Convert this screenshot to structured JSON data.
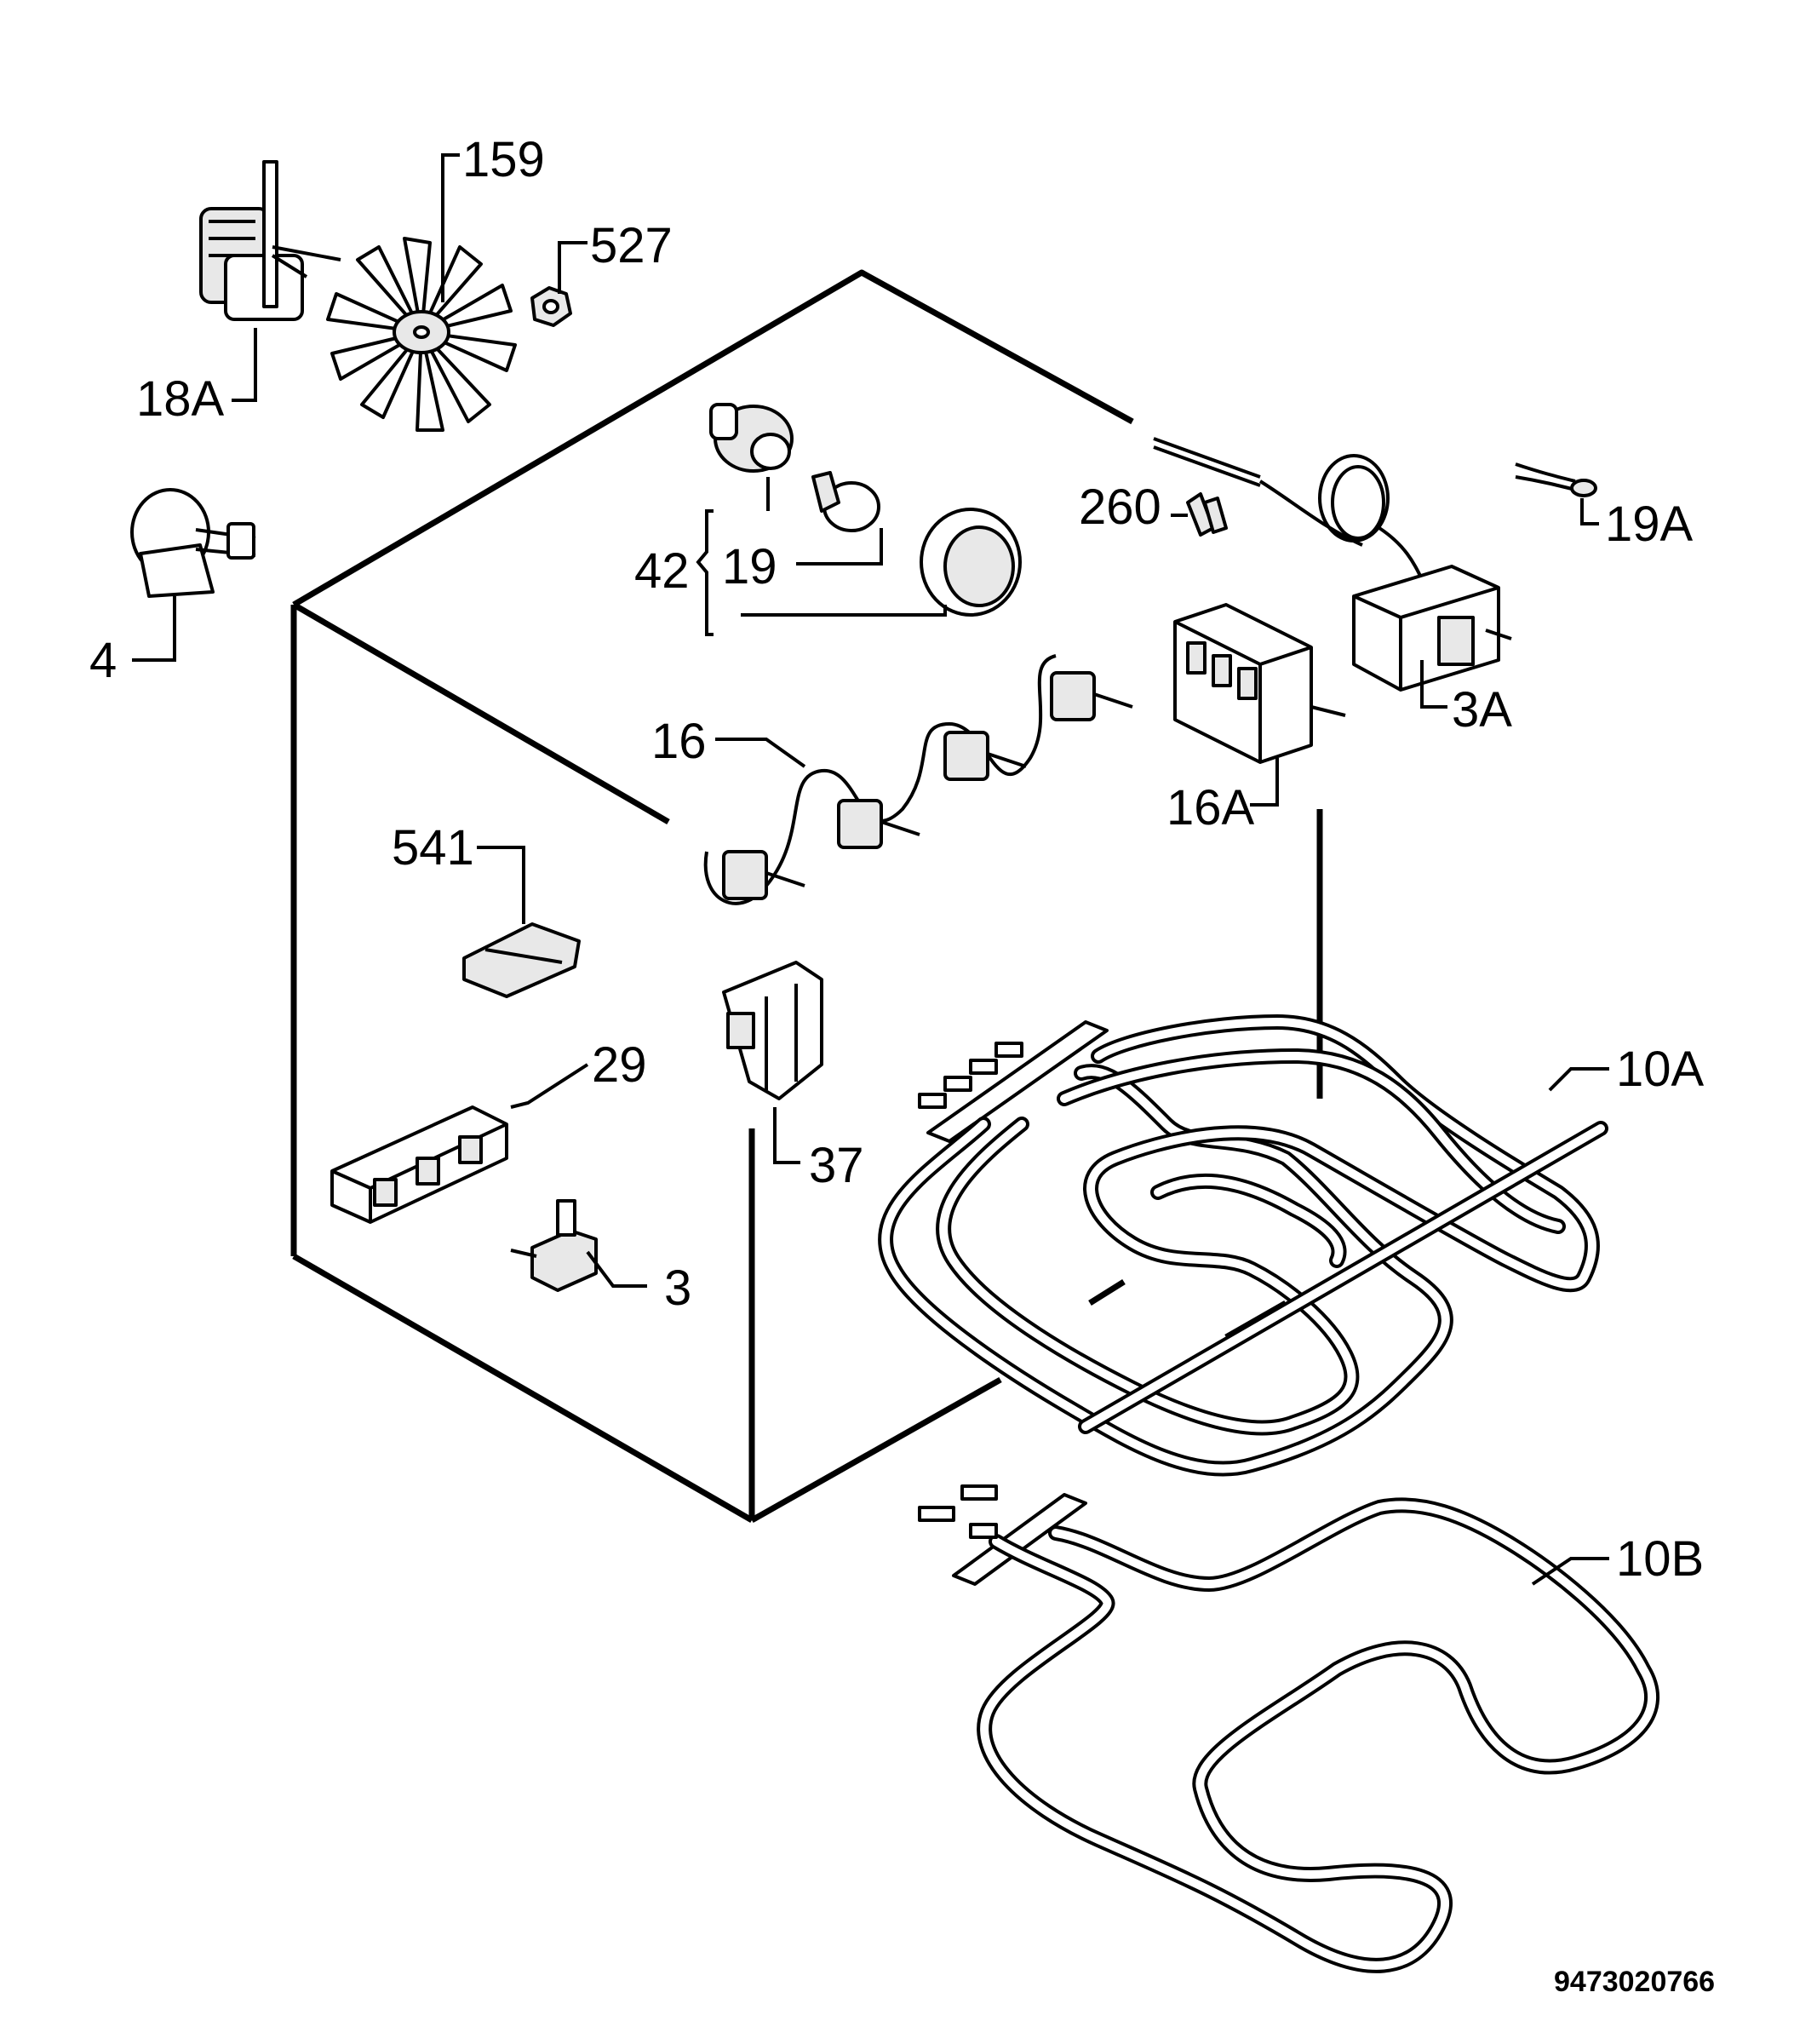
{
  "labels": {
    "p18a": "18A",
    "p159": "159",
    "p527": "527",
    "p4": "4",
    "p42": "42",
    "p19": "19",
    "p260": "260",
    "p19a": "19A",
    "p3a": "3A",
    "p16": "16",
    "p16a": "16A",
    "p541": "541",
    "p29": "29",
    "p37": "37",
    "p3": "3",
    "p10a": "10A",
    "p10b": "10B"
  },
  "document_number": "9473020766"
}
